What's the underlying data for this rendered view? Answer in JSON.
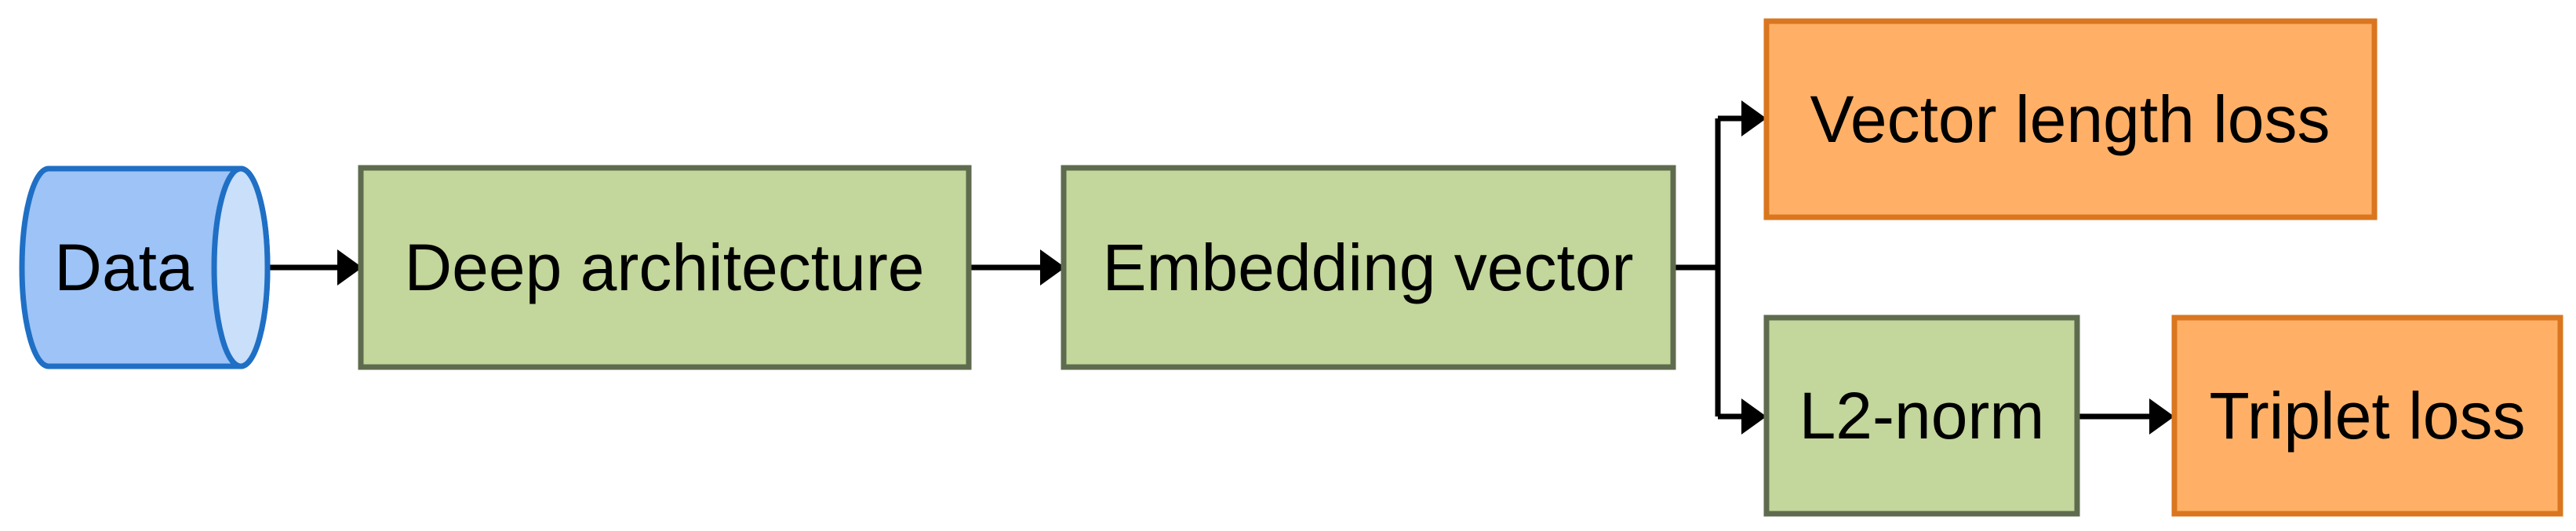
{
  "nodes": {
    "data": {
      "label": "Data"
    },
    "deep_architecture": {
      "label": "Deep architecture"
    },
    "embedding_vector": {
      "label": "Embedding vector"
    },
    "vector_length_loss": {
      "label": "Vector length loss"
    },
    "l2_norm": {
      "label": "L2-norm"
    },
    "triplet_loss": {
      "label": "Triplet loss"
    }
  },
  "colors": {
    "data_fill": "#9DC3F7",
    "data_cap_fill": "#C9DFFA",
    "data_stroke": "#1F6FC5",
    "process_fill": "#C3D69B",
    "process_stroke": "#5F6B4E",
    "loss_fill": "#FFB066",
    "loss_stroke": "#D9761F",
    "arrow": "#000000"
  },
  "edges": [
    {
      "from": "data",
      "to": "deep_architecture"
    },
    {
      "from": "deep_architecture",
      "to": "embedding_vector"
    },
    {
      "from": "embedding_vector",
      "to": "vector_length_loss"
    },
    {
      "from": "embedding_vector",
      "to": "l2_norm"
    },
    {
      "from": "l2_norm",
      "to": "triplet_loss"
    }
  ]
}
